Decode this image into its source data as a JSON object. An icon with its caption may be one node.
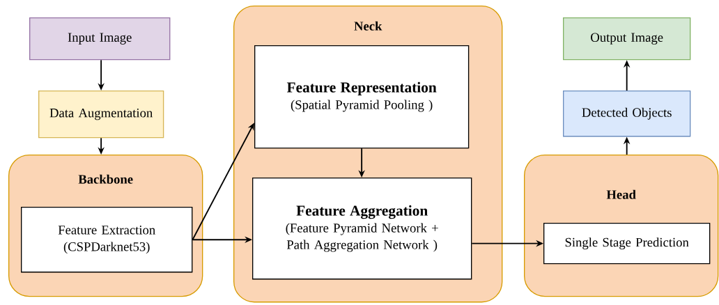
{
  "diagram": {
    "nodes": [
      {
        "text": [
          "Input Image"
        ]
      },
      {
        "text": [
          "Data Augmentation"
        ]
      },
      {
        "text": [
          "Backbone"
        ]
      },
      {
        "text": [
          "Feature Extraction (CSPDarknet53)"
        ],
        "in": 2
      },
      {
        "text": [
          "Neck"
        ]
      },
      {
        "text": [
          "Feature Representation",
          "(Spatial Pyramid Pooling )"
        ],
        "in": 4
      },
      {
        "text": [
          "Feature Aggregation",
          "(Feature Pyramid Network + Path Aggregation Network )"
        ],
        "in": 4
      },
      {
        "text": [
          "Head"
        ]
      },
      {
        "text": [
          "Single Stage Prediction"
        ],
        "in": 7
      },
      {
        "text": [
          "Detected Objects"
        ]
      },
      {
        "text": [
          "Output Image"
        ]
      }
    ],
    "edges": [
      {
        "from": 0,
        "to": 1,
        "arrow": "to"
      },
      {
        "from": 1,
        "to": 2,
        "arrow": "to"
      },
      {
        "from": 3,
        "to": 5,
        "arrow": "to"
      },
      {
        "from": 3,
        "to": 6,
        "arrow": "to"
      },
      {
        "from": 5,
        "to": 6,
        "arrow": "to"
      },
      {
        "from": 6,
        "to": 8,
        "arrow": "to"
      },
      {
        "from": 7,
        "to": 9,
        "arrow": "to"
      },
      {
        "from": 9,
        "to": 10,
        "arrow": "to"
      }
    ]
  }
}
